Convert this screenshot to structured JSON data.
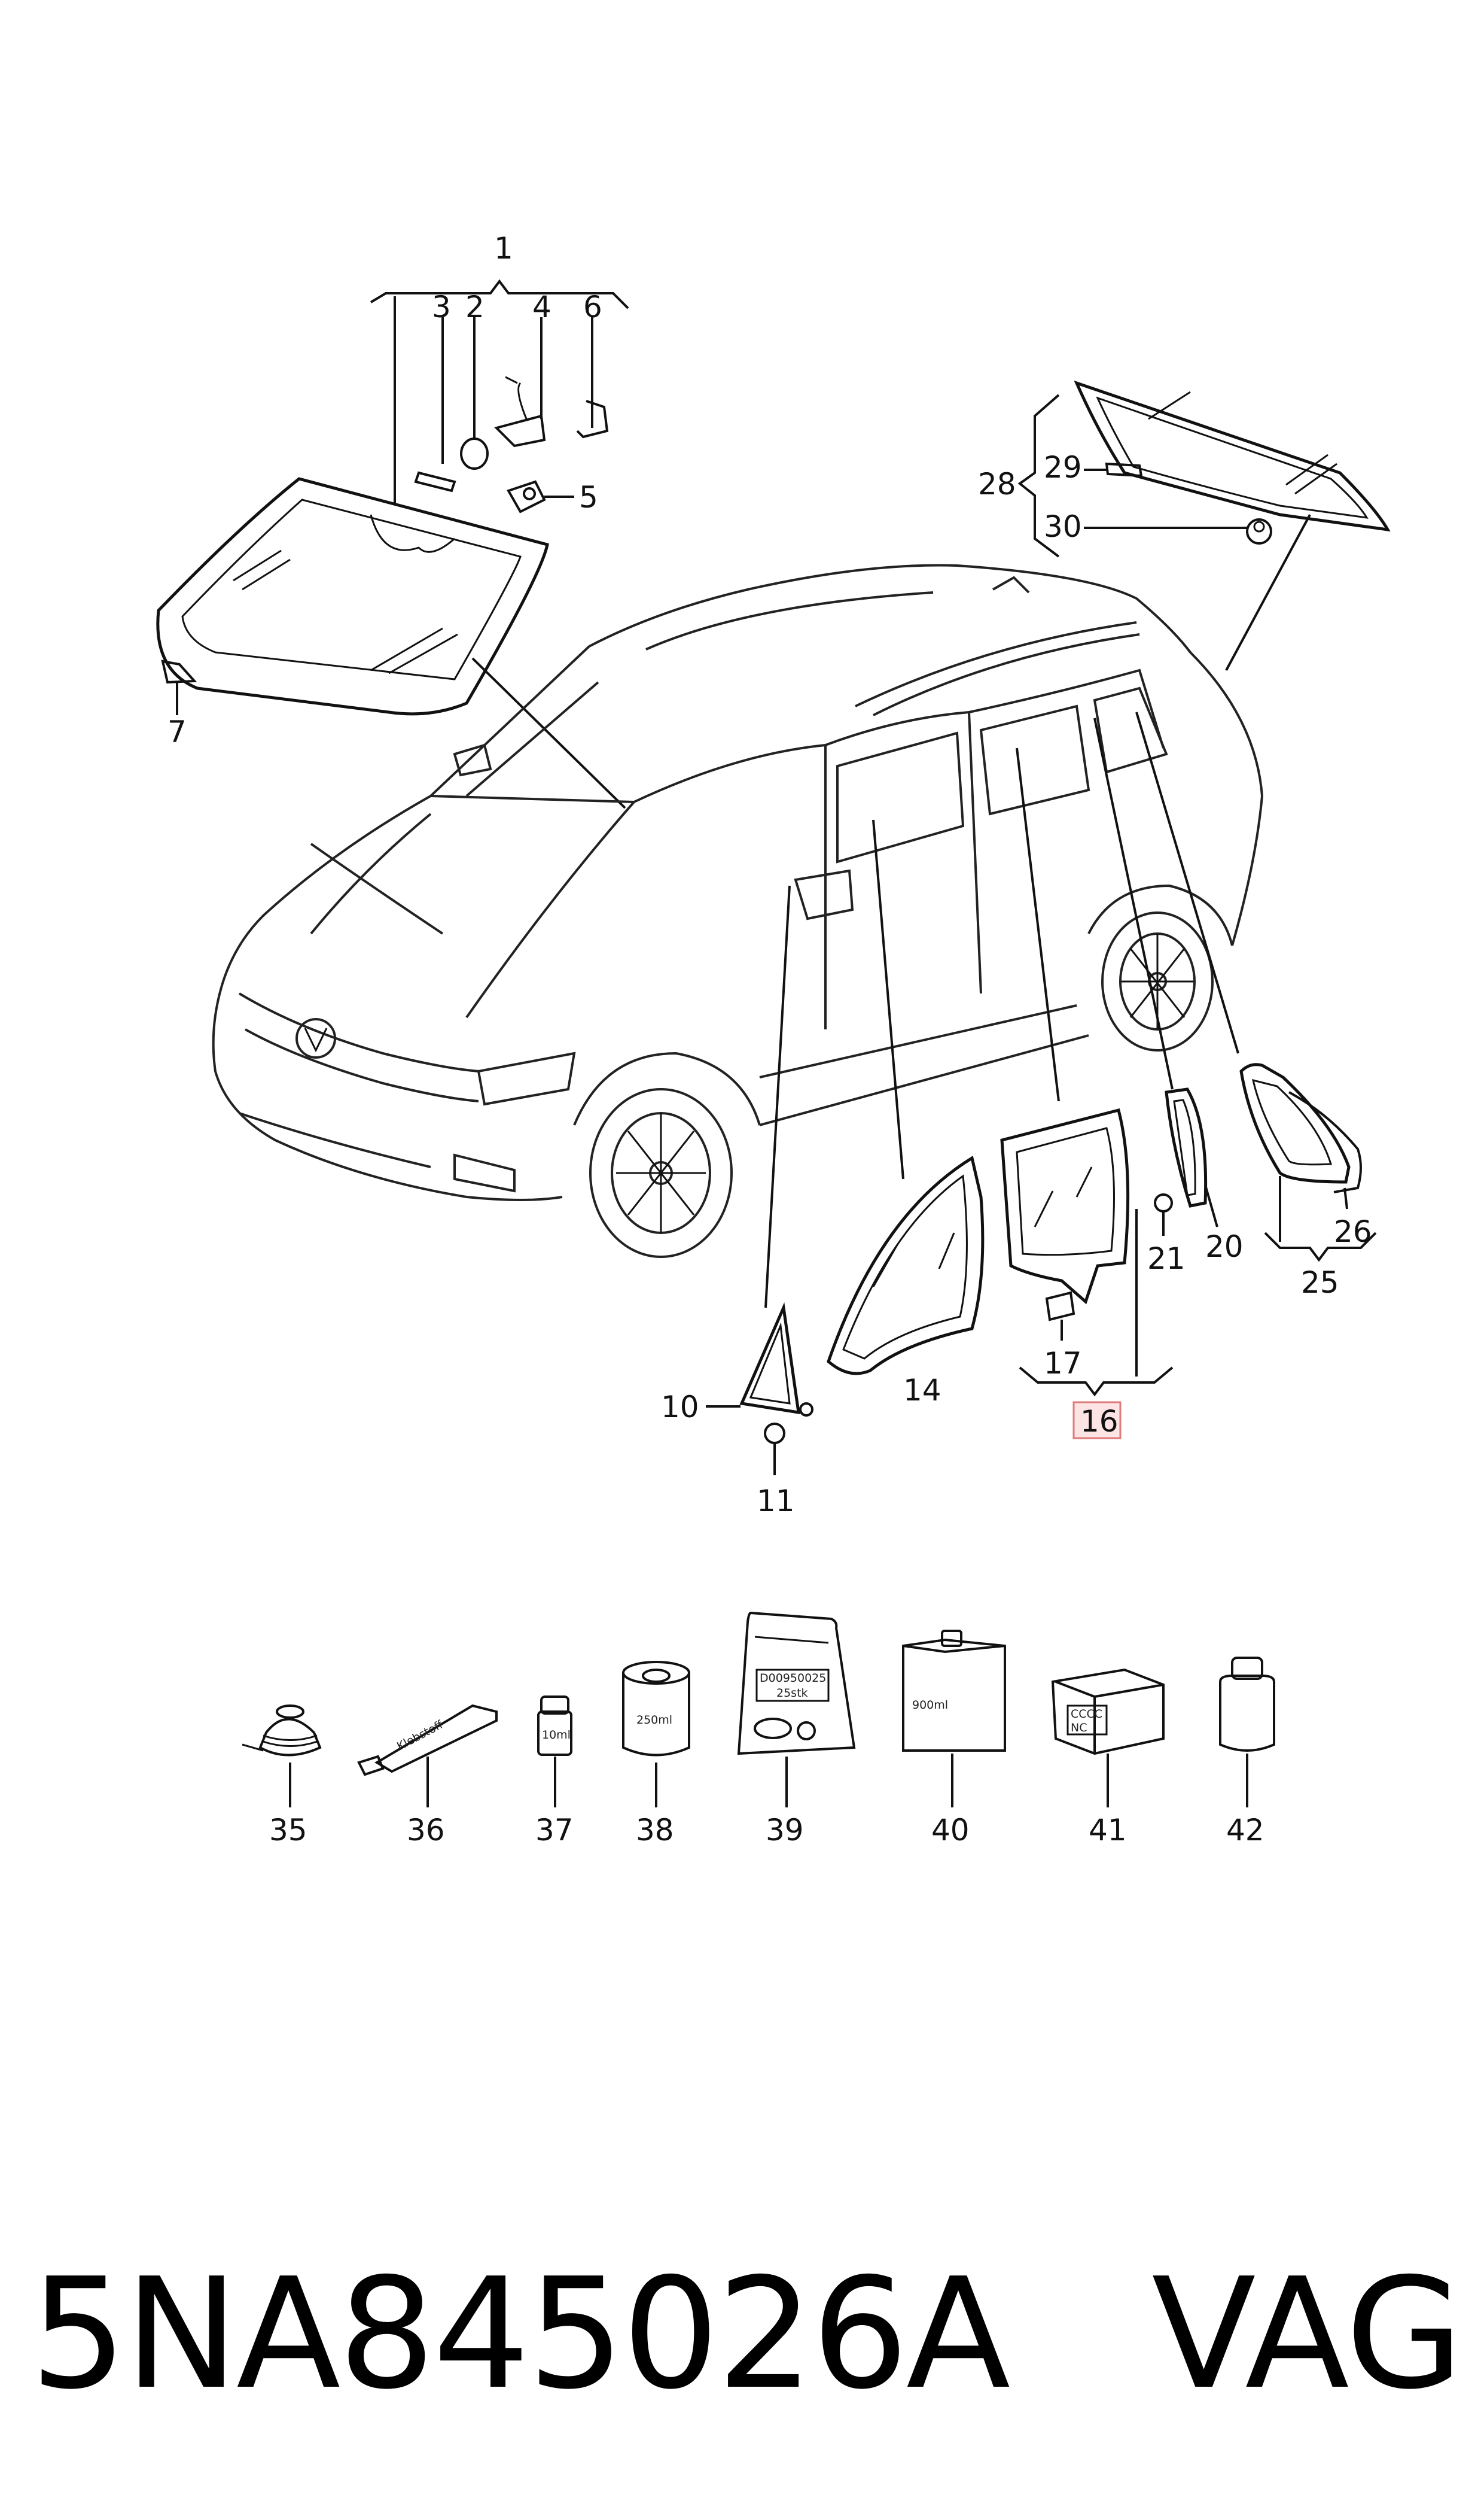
{
  "callouts": {
    "c1": "1",
    "c2": "2",
    "c3": "3",
    "c4": "4",
    "c5": "5",
    "c6": "6",
    "c7": "7",
    "c10": "10",
    "c11": "11",
    "c14": "14",
    "c16": "16",
    "c17": "17",
    "c20": "20",
    "c21": "21",
    "c25": "25",
    "c26": "26",
    "c28": "28",
    "c29": "29",
    "c30": "30",
    "c35": "35",
    "c36": "36",
    "c37": "37",
    "c38": "38",
    "c39": "39",
    "c40": "40",
    "c41": "41",
    "c42": "42"
  },
  "highlighted_callout": "16",
  "highlight_color": "#fde4e4",
  "product_labels": {
    "tube": "Klebstoff",
    "vial": "10ml",
    "can": "250ml",
    "bag_line1": "D00950025",
    "bag_line2": "25stk",
    "bottle": "900ml",
    "box_line1": "CCCC",
    "box_line2": "NC"
  },
  "footer": {
    "part_number": "5NA845026A",
    "brand": "VAG"
  }
}
